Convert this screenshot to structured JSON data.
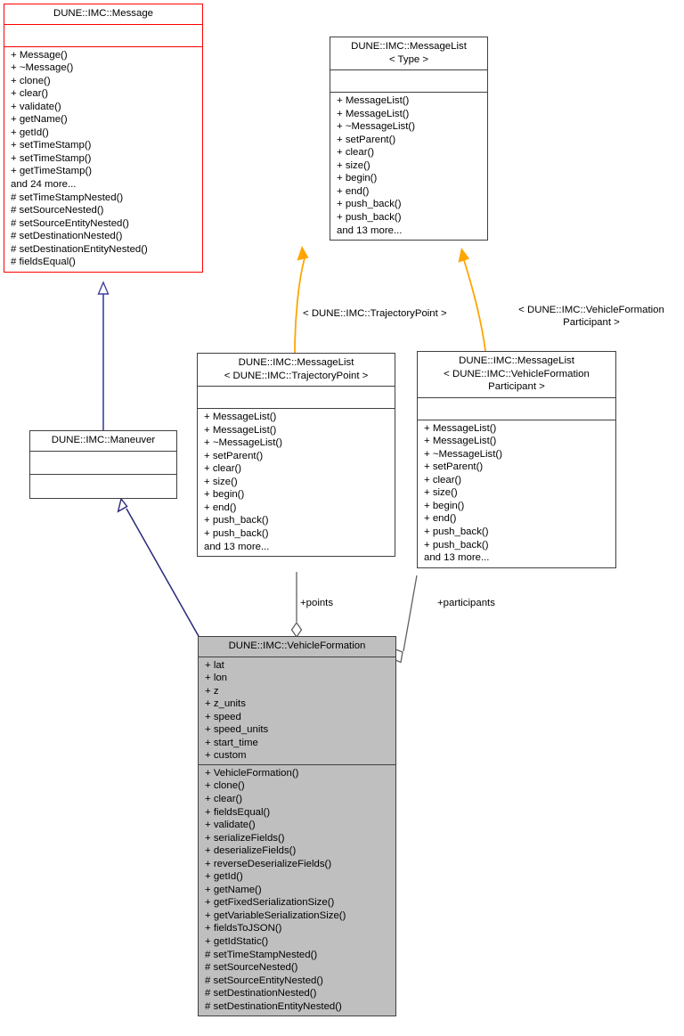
{
  "diagram": {
    "kind": "uml-class-diagram",
    "title": "DUNE::IMC::VehicleFormation collaboration diagram",
    "colors": {
      "focus_border": "#ff0000",
      "focus_fill": "#ffffff",
      "node_border": "#404040",
      "node_fill": "#ffffff",
      "highlight_fill": "#bfbfbf",
      "inherit_edge": "#4040a0",
      "template_edge": "#ffa500",
      "usage_edge": "#606060",
      "text": "#000000"
    },
    "nodes": [
      {
        "id": "message",
        "title": "DUNE::IMC::Message",
        "attributes": [],
        "operations": [
          "+ Message()",
          "+ ~Message()",
          "+ clone()",
          "+ clear()",
          "+ validate()",
          "+ getName()",
          "+ getId()",
          "+ setTimeStamp()",
          "+ setTimeStamp()",
          "+ getTimeStamp()",
          "and 24 more...",
          "# setTimeStampNested()",
          "# setSourceNested()",
          "# setSourceEntityNested()",
          "# setDestinationNested()",
          "# setDestinationEntityNested()",
          "# fieldsEqual()"
        ]
      },
      {
        "id": "messagelist-type",
        "title": "DUNE::IMC::MessageList\n< Type >",
        "attributes": [],
        "operations": [
          "+ MessageList()",
          "+ MessageList()",
          "+ ~MessageList()",
          "+ setParent()",
          "+ clear()",
          "+ size()",
          "+ begin()",
          "+ end()",
          "+ push_back()",
          "+ push_back()",
          "and 13 more..."
        ]
      },
      {
        "id": "maneuver",
        "title": "DUNE::IMC::Maneuver",
        "attributes": [],
        "operations": []
      },
      {
        "id": "messagelist-trajectorypoint",
        "title": "DUNE::IMC::MessageList\n< DUNE::IMC::TrajectoryPoint >",
        "attributes": [],
        "operations": [
          "+ MessageList()",
          "+ MessageList()",
          "+ ~MessageList()",
          "+ setParent()",
          "+ clear()",
          "+ size()",
          "+ begin()",
          "+ end()",
          "+ push_back()",
          "+ push_back()",
          "and 13 more..."
        ]
      },
      {
        "id": "messagelist-participant",
        "title": "DUNE::IMC::MessageList\n< DUNE::IMC::VehicleFormation\nParticipant >",
        "attributes": [],
        "operations": [
          "+ MessageList()",
          "+ MessageList()",
          "+ ~MessageList()",
          "+ setParent()",
          "+ clear()",
          "+ size()",
          "+ begin()",
          "+ end()",
          "+ push_back()",
          "+ push_back()",
          "and 13 more..."
        ]
      },
      {
        "id": "vehicleformation",
        "title": "DUNE::IMC::VehicleFormation",
        "attributes": [
          "+ lat",
          "+ lon",
          "+ z",
          "+ z_units",
          "+ speed",
          "+ speed_units",
          "+ start_time",
          "+ custom"
        ],
        "operations": [
          "+ VehicleFormation()",
          "+ clone()",
          "+ clear()",
          "+ fieldsEqual()",
          "+ validate()",
          "+ serializeFields()",
          "+ deserializeFields()",
          "+ reverseDeserializeFields()",
          "+ getId()",
          "+ getName()",
          "+ getFixedSerializationSize()",
          "+ getVariableSerializationSize()",
          "+ fieldsToJSON()",
          "+ getIdStatic()",
          "# setTimeStampNested()",
          "# setSourceNested()",
          "# setSourceEntityNested()",
          "# setDestinationNested()",
          "# setDestinationEntityNested()"
        ]
      }
    ],
    "edge_labels": {
      "trajectorypoint_binding": "< DUNE::IMC::TrajectoryPoint >",
      "participant_binding": "< DUNE::IMC::VehicleFormation\nParticipant >",
      "points_role": "+points",
      "participants_role": "+participants"
    },
    "edges": [
      {
        "from": "maneuver",
        "to": "message",
        "type": "inheritance",
        "arrow": "hollow-triangle"
      },
      {
        "from": "vehicleformation",
        "to": "maneuver",
        "type": "inheritance",
        "arrow": "hollow-triangle"
      },
      {
        "from": "messagelist-trajectorypoint",
        "to": "messagelist-type",
        "type": "template-binding",
        "arrow": "solid-arrow",
        "label": "< DUNE::IMC::TrajectoryPoint >"
      },
      {
        "from": "messagelist-participant",
        "to": "messagelist-type",
        "type": "template-binding",
        "arrow": "solid-arrow",
        "label": "< DUNE::IMC::VehicleFormationParticipant >"
      },
      {
        "from": "vehicleformation",
        "to": "messagelist-trajectorypoint",
        "type": "aggregation",
        "arrow": "open-diamond",
        "label": "+points"
      },
      {
        "from": "vehicleformation",
        "to": "messagelist-participant",
        "type": "aggregation",
        "arrow": "open-diamond",
        "label": "+participants"
      }
    ]
  }
}
